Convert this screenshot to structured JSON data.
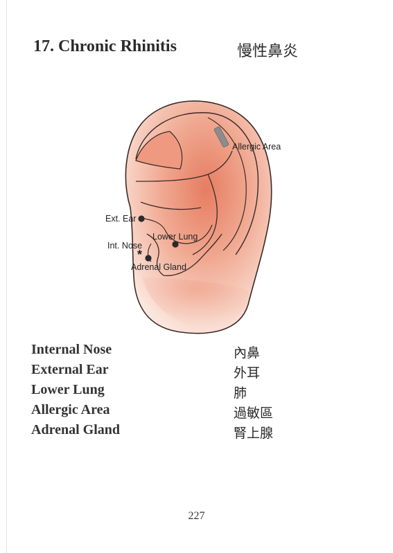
{
  "title": "17. Chronic Rhinitis",
  "title_chinese": "慢性鼻炎",
  "diagram": {
    "labels": {
      "allergic_area": "Allergic Area",
      "ext_ear": "Ext. Ear",
      "lower_lung": "Lower Lung",
      "int_nose": "Int. Nose",
      "asterisk": "*",
      "adrenal_gland": "Adrenal Gland"
    },
    "colors": {
      "ear_fill": "#f6c9b8",
      "ear_shade": "#e88a6f",
      "ear_outline": "#3a2a26",
      "point": "#2a2a2a",
      "allergic_marker": "#8c8c8c"
    }
  },
  "points": [
    {
      "english": "Internal Nose",
      "chinese": "內鼻"
    },
    {
      "english": "External Ear",
      "chinese": "外耳"
    },
    {
      "english": "Lower Lung",
      "chinese": "肺"
    },
    {
      "english": "Allergic Area",
      "chinese": "過敏區"
    },
    {
      "english": "Adrenal Gland",
      "chinese": "腎上腺"
    }
  ],
  "page_number": "227"
}
